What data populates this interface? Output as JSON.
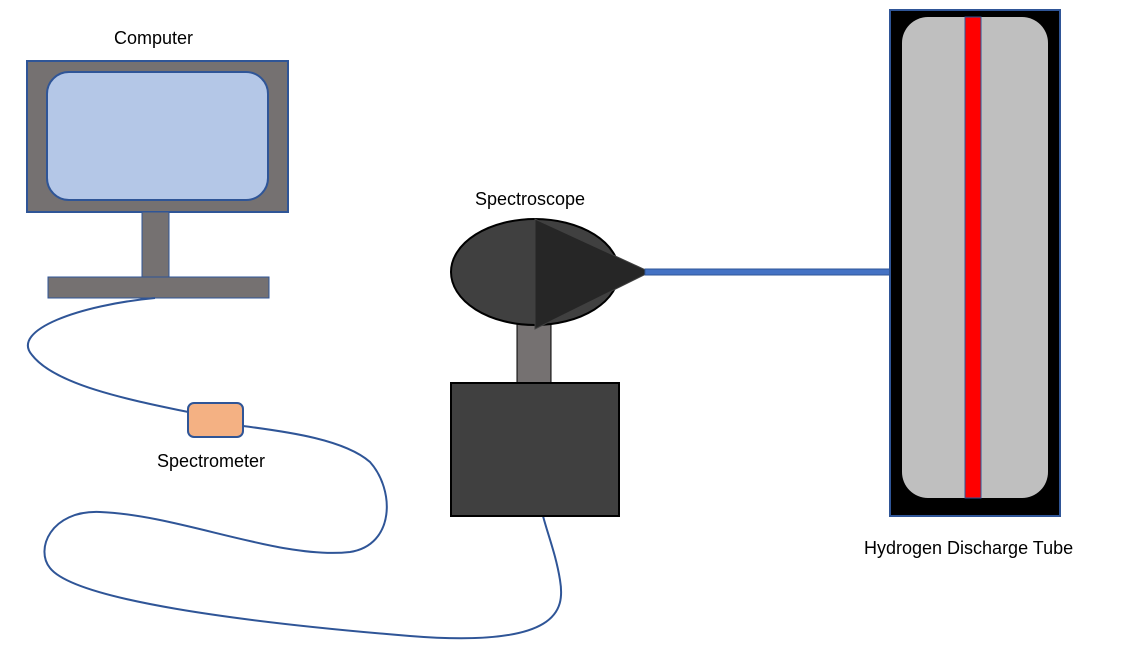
{
  "labels": {
    "computer": "Computer",
    "spectroscope": "Spectroscope",
    "spectrometer": "Spectrometer",
    "discharge_tube": "Hydrogen Discharge Tube"
  },
  "colors": {
    "monitor_frame": "#757171",
    "monitor_screen": "#b4c7e7",
    "outline": "#2f5597",
    "spectroscope_body": "#404040",
    "spectroscope_cone": "#262626",
    "spectroscope_stand": "#757171",
    "spectrometer": "#f4b183",
    "tube_frame": "#000000",
    "tube_glass": "#bfbfbf",
    "tube_glow": "#ff0000",
    "fiber": "#4472c4",
    "cable": "#2f5597"
  }
}
